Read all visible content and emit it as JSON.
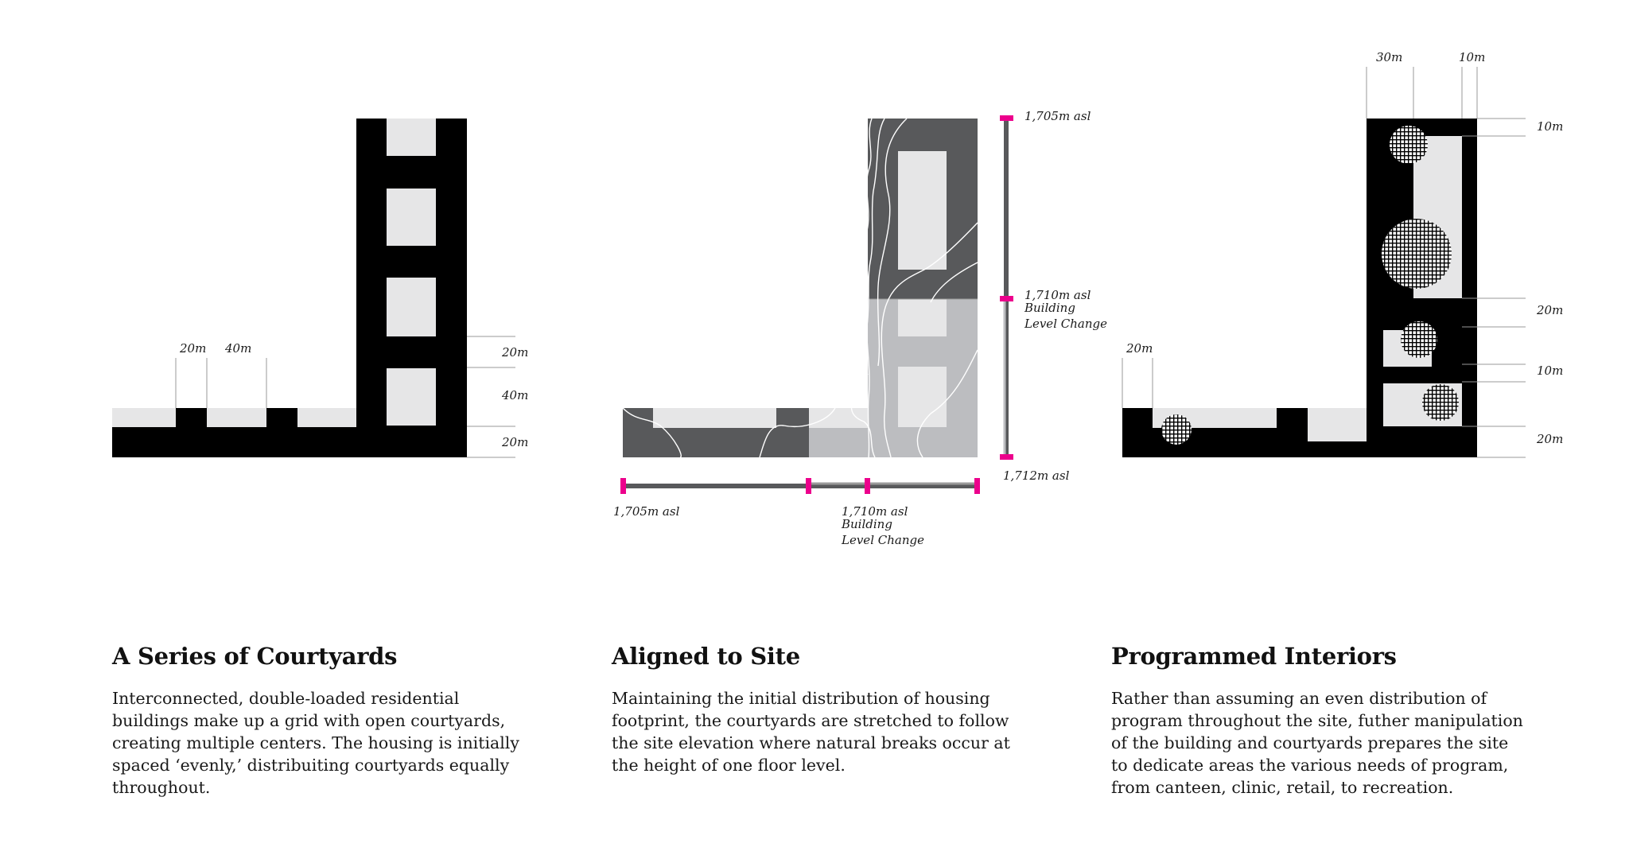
{
  "panels": [
    {
      "title": "A Series of Courtyards",
      "body": "Interconnected, double-loaded residential buildings make up a grid with open courtyards, creating multiple centers. The housing is initially spaced ‘evenly,’ distribuiting courtyards equally throughout.",
      "labels": {
        "w1": "20m",
        "w2": "40m",
        "h1": "20m",
        "h2": "40m",
        "h3": "20m"
      }
    },
    {
      "title": "Aligned to Site",
      "body": "Maintaining the initial distribution of housing footprint, the courtyards are stretched to follow the site elevation where natural breaks occur at the height of one floor level.",
      "labels": {
        "top": "1,705m asl",
        "mid_1": "1,710m asl",
        "mid_2": "Building",
        "mid_3": "Level Change",
        "bottom": "1,712m asl",
        "h_left": "1,705m asl",
        "h_mid_1": "1,710m asl",
        "h_mid_2": "Building",
        "h_mid_3": "Level Change"
      }
    },
    {
      "title": "Programmed Interiors",
      "body": "Rather than assuming an even distribution of program throughout the site, futher manipulation of the building and courtyards prepares the site to dedicate areas the various needs of program, from canteen, clinic, retail, to recreation.",
      "labels": {
        "w1": "30m",
        "w2": "10m",
        "w3": "20m",
        "h1": "10m",
        "h2": "20m",
        "h3": "10m",
        "h4": "20m"
      }
    }
  ],
  "colors": {
    "building": "#000000",
    "courtyard": "#e6e6e7",
    "terrain_dark": "#58595b",
    "terrain_light": "#bcbdc0",
    "contour": "#ffffff",
    "marker": "#ec008c",
    "dim_line": "#9a9a9a"
  }
}
